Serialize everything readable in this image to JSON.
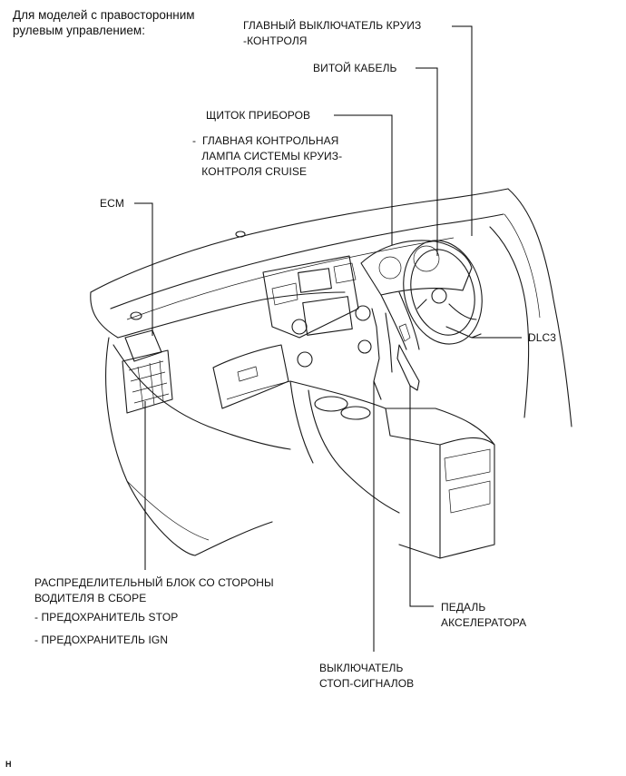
{
  "header_note": "Для моделей с правосторонним\nрулевым управлением:",
  "callouts": {
    "main_switch": "ГЛАВНЫЙ ВЫКЛЮЧАТЕЛЬ КРУИЗ\n-КОНТРОЛЯ",
    "spiral_cable": "ВИТОЙ КАБЕЛЬ",
    "combination_meter": "ЩИТОК ПРИБОРОВ",
    "meter_sub": "-  ГЛАВНАЯ КОНТРОЛЬНАЯ\n   ЛАМПА СИСТЕМЫ КРУИЗ-\n   КОНТРОЛЯ CRUISE",
    "ecm": "ECM",
    "dlc3": "DLC3",
    "junction_block": "РАСПРЕДЕЛИТЕЛЬНЫЙ БЛОК СО СТОРОНЫ\nВОДИТЕЛЯ В СБОРЕ",
    "fuse_stop": "- ПРЕДОХРАНИТЕЛЬ STOP",
    "fuse_ign": "- ПРЕДОХРАНИТЕЛЬ IGN",
    "accel_pedal": "ПЕДАЛЬ\nАКСЕЛЕРАТОРА",
    "stop_switch": "ВЫКЛЮЧАТЕЛЬ\nСТОП-СИГНАЛОВ"
  },
  "figure_code": "H"
}
